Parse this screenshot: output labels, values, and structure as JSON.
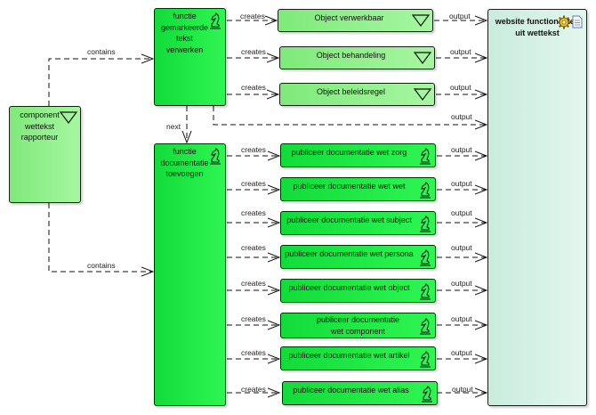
{
  "diagram": {
    "component": {
      "label": "component wettekst rapporteur",
      "icon": "triangle-down-icon"
    },
    "functions": [
      {
        "id": "f1",
        "label": "functie gemarkeerde tekst verwerken",
        "icon": "chess-knight-icon"
      },
      {
        "id": "f2",
        "label": "functie documentatie toevoegen",
        "icon": "chess-knight-icon"
      }
    ],
    "objects": [
      {
        "label": "Object verwerkbaar",
        "icon": "triangle-down-icon"
      },
      {
        "label": "Object behandeling",
        "icon": "triangle-down-icon"
      },
      {
        "label": "Object beleidsregel",
        "icon": "triangle-down-icon"
      }
    ],
    "publish_processes": [
      {
        "label": "publiceer documentatie wet zorg",
        "icon": "chess-knight-icon"
      },
      {
        "label": "publiceer documentatie wet wet",
        "icon": "chess-knight-icon"
      },
      {
        "label": "publiceer documentatie wet subject",
        "icon": "chess-knight-icon"
      },
      {
        "label": "publiceer documentatie wet persona",
        "icon": "chess-knight-icon"
      },
      {
        "label": "publiceer documentatie wet object",
        "icon": "chess-knight-icon"
      },
      {
        "label": "publiceer documentatie wet component",
        "icon": "chess-knight-icon"
      },
      {
        "label": "publiceer documentatie wet artikel",
        "icon": "chess-knight-icon"
      },
      {
        "label": "publiceer documentatie wet alias",
        "icon": "chess-knight-icon"
      }
    ],
    "website": {
      "label": "website functionaliteit uit wettekst",
      "icons": [
        "gear-icon",
        "document-icon"
      ]
    },
    "edge_labels": {
      "contains": "contains",
      "creates": "creates",
      "output": "output",
      "next": "next"
    },
    "colors": {
      "light_green": "#9ef29a",
      "bright_green": "#1ee848",
      "website_fill": "#d6f1e6",
      "border": "#1a1a1a"
    }
  }
}
